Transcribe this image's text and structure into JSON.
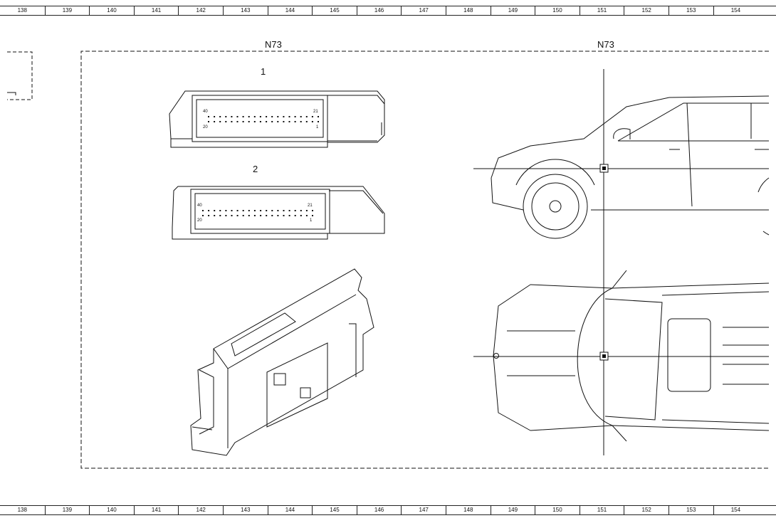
{
  "ruler": {
    "columns": [
      "138",
      "139",
      "140",
      "141",
      "142",
      "143",
      "144",
      "145",
      "146",
      "147",
      "148",
      "149",
      "150",
      "151",
      "152",
      "153",
      "154"
    ]
  },
  "component": {
    "left_label": "N73",
    "right_label": "N73"
  },
  "connectors": [
    {
      "callout": "1",
      "pin_labels": [
        "40",
        "21",
        "20",
        "1"
      ]
    },
    {
      "callout": "2",
      "pin_labels": [
        "40",
        "21",
        "20",
        "1"
      ]
    }
  ],
  "icons": {
    "location_marker": "location-marker-icon"
  }
}
